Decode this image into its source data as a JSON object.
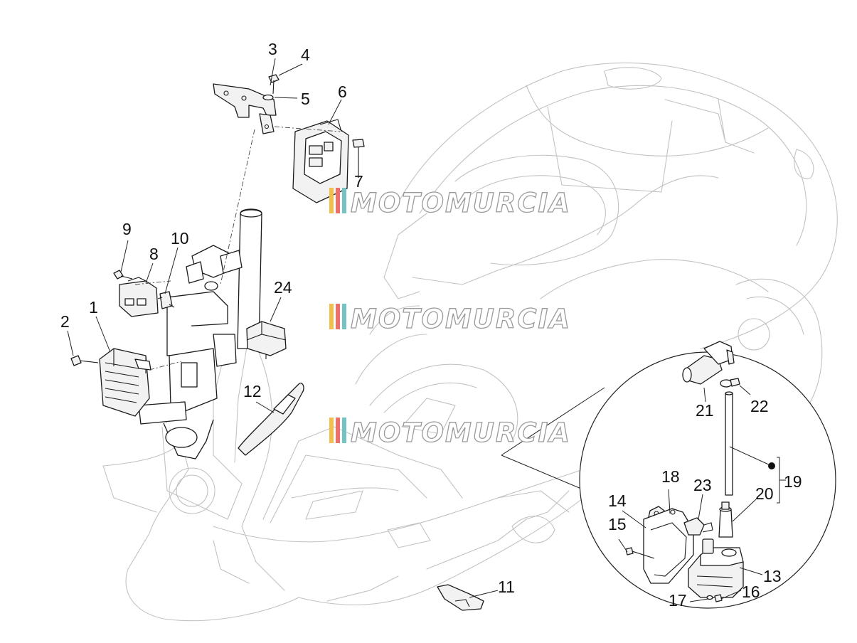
{
  "callouts": {
    "c1": "1",
    "c2": "2",
    "c3": "3",
    "c4": "4",
    "c5": "5",
    "c6": "6",
    "c7": "7",
    "c8": "8",
    "c9": "9",
    "c10": "10",
    "c11": "11",
    "c12": "12",
    "c13": "13",
    "c14": "14",
    "c15": "15",
    "c16": "16",
    "c17": "17",
    "c18": "18",
    "c19": "19",
    "c20": "20",
    "c21": "21",
    "c22": "22",
    "c23": "23",
    "c24": "24"
  },
  "watermark": {
    "text": "MOTOMURCIA",
    "stripe_colors": [
      "#f2c04a",
      "#e9716a",
      "#74c2c2"
    ]
  },
  "colors": {
    "ink": "#1a1a1a",
    "outline": "#c2c2c2",
    "background": "#ffffff"
  }
}
